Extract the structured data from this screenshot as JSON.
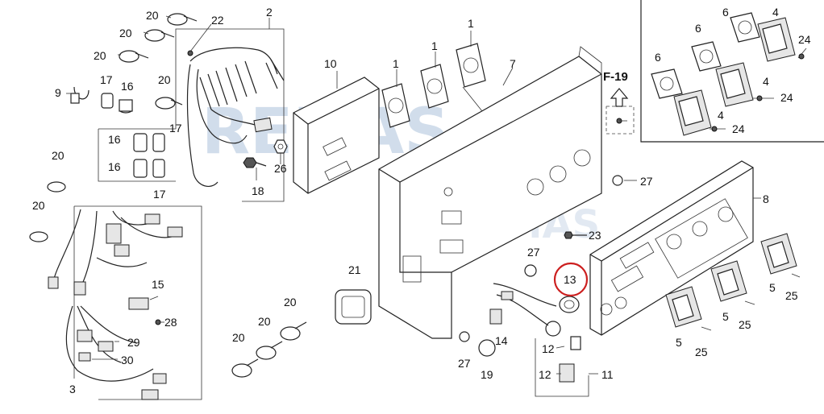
{
  "diagram": {
    "title": "",
    "labels": {
      "l1": "1",
      "l2": "2",
      "l3": "3",
      "l4": "4",
      "l5": "5",
      "l6": "6",
      "l7": "7",
      "l8": "8",
      "l9": "9",
      "l10": "10",
      "l11": "11",
      "l12": "12",
      "l13": "13",
      "l14": "14",
      "l15": "15",
      "l16": "16",
      "l17": "17",
      "l18": "18",
      "l19": "19",
      "l20": "20",
      "l21": "21",
      "l22": "22",
      "l23": "23",
      "l24": "24",
      "l25": "25",
      "l26": "26",
      "l27": "27",
      "l28": "28",
      "l29": "29",
      "l30": "30"
    },
    "reference": "F-19",
    "watermark": "REMAS",
    "highlight": {
      "part": "13",
      "color": "#cc1f1f"
    }
  },
  "colors": {
    "line": "#222222",
    "watermark": "#7d9fc8",
    "highlight": "#cc1f1f"
  }
}
